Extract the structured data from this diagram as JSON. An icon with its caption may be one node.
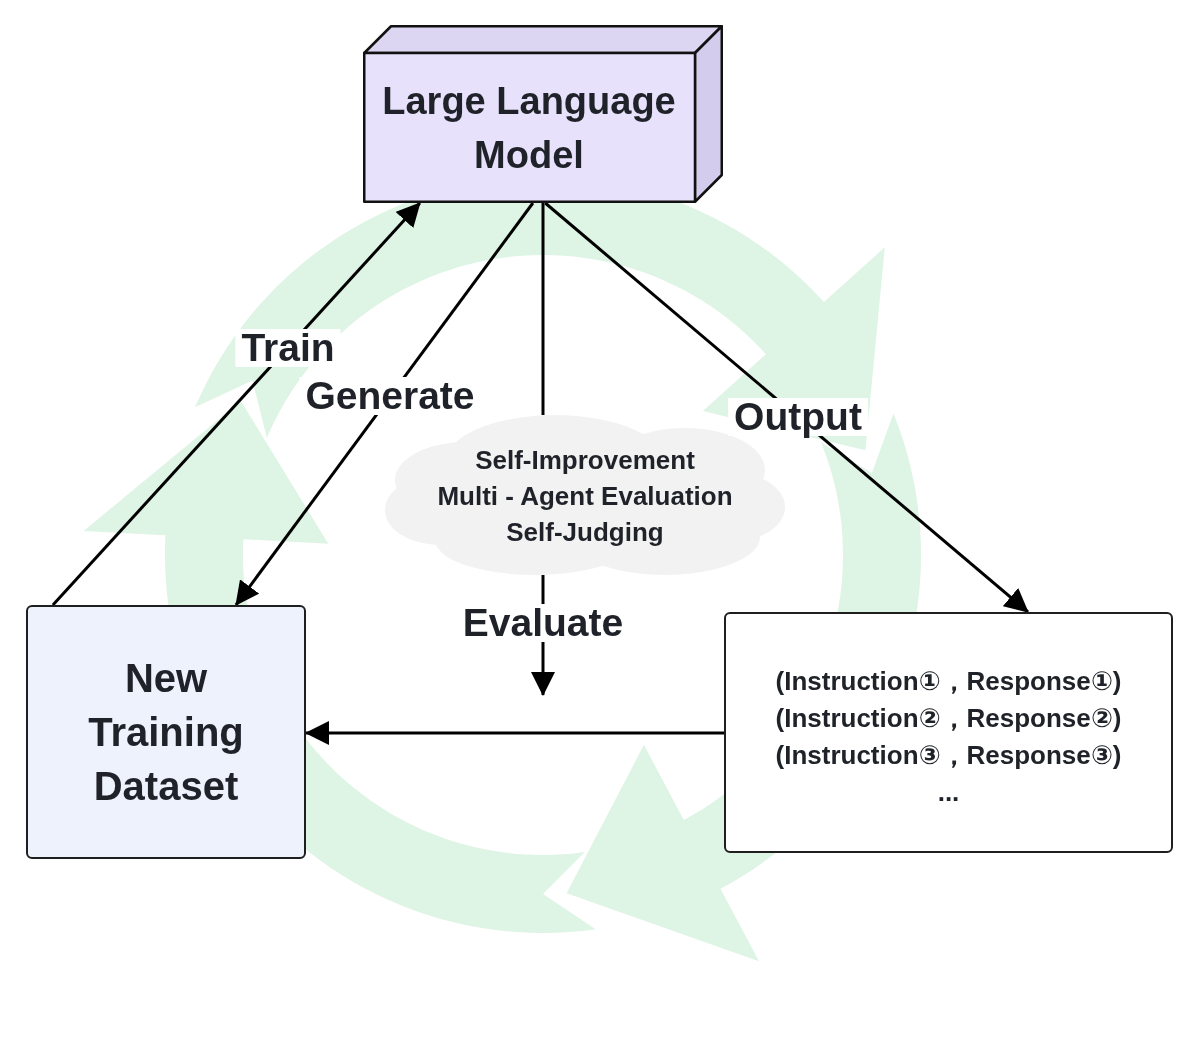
{
  "diagram": {
    "nodes": [
      {
        "text": [
          "Large Language Model"
        ]
      },
      {
        "text": [
          "New Training Dataset"
        ]
      },
      {
        "text": [
          "(Instruction①，Response①)",
          "(Instruction②，Response②)",
          "(Instruction③，Response③)",
          "..."
        ]
      },
      {
        "text": [
          "Self-Improvement",
          "Multi - Agent Evaluation",
          "Self-Judging"
        ]
      }
    ],
    "edges": [
      {
        "from": 1,
        "to": 0,
        "arrow": "to",
        "label": "Train"
      },
      {
        "from": 0,
        "to": 1,
        "arrow": "to",
        "label": "Generate"
      },
      {
        "from": 0,
        "to": 2,
        "arrow": "to",
        "label": "Output"
      },
      {
        "from": 0,
        "to": 3,
        "arrow": "none"
      },
      {
        "from": 3,
        "to": null,
        "arrow": "to",
        "label": "Evaluate"
      },
      {
        "from": 2,
        "to": 1,
        "arrow": "to"
      }
    ]
  }
}
